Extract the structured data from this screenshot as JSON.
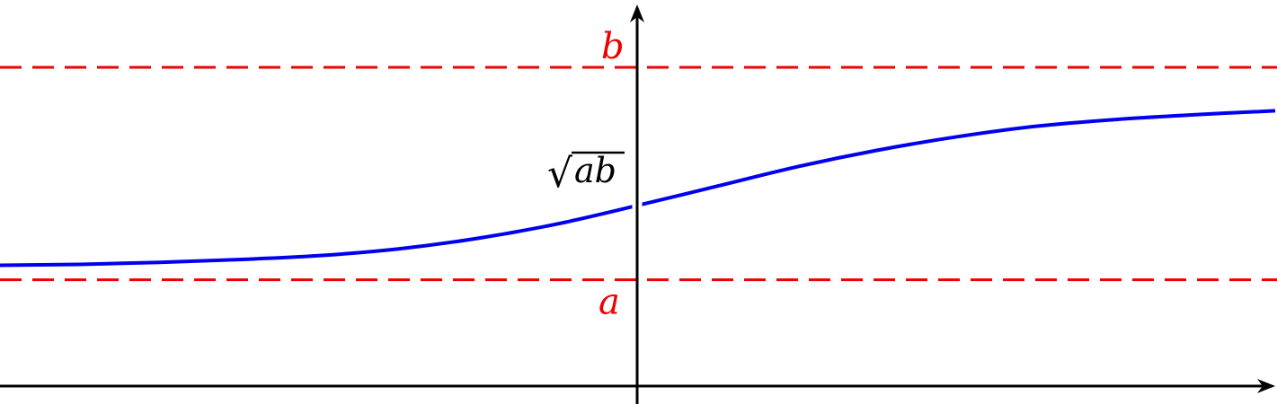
{
  "chart_data": {
    "type": "line",
    "title": "",
    "xlabel": "",
    "ylabel": "",
    "grid": false,
    "xlim": [
      -4,
      4
    ],
    "ylim": [
      0,
      4.2
    ],
    "colors": {
      "curve": "#0000ee",
      "asymptote": "#ee0000",
      "axis": "#000000",
      "label_text": "#000000",
      "asymptote_label": "#ee0000"
    },
    "series": [
      {
        "x": [
          -4.0,
          -3.5,
          -3.0,
          -2.5,
          -2.0,
          -1.5,
          -1.0,
          -0.5,
          0.0,
          0.5,
          1.0,
          1.5,
          2.0,
          2.5,
          3.0,
          3.5,
          4.0
        ],
        "y": [
          1.25,
          1.26,
          1.28,
          1.31,
          1.35,
          1.42,
          1.53,
          1.68,
          1.87,
          2.07,
          2.27,
          2.44,
          2.58,
          2.69,
          2.76,
          2.81,
          2.85
        ]
      }
    ],
    "horizontal_lines": [
      {
        "label": "a",
        "y": 1.1,
        "style": "dashed"
      },
      {
        "label": "b",
        "y": 3.3,
        "style": "dashed"
      }
    ],
    "annotations": [
      {
        "text_radical": "√",
        "text": "ab",
        "at_x": 0,
        "at_y": 1.93
      }
    ]
  }
}
